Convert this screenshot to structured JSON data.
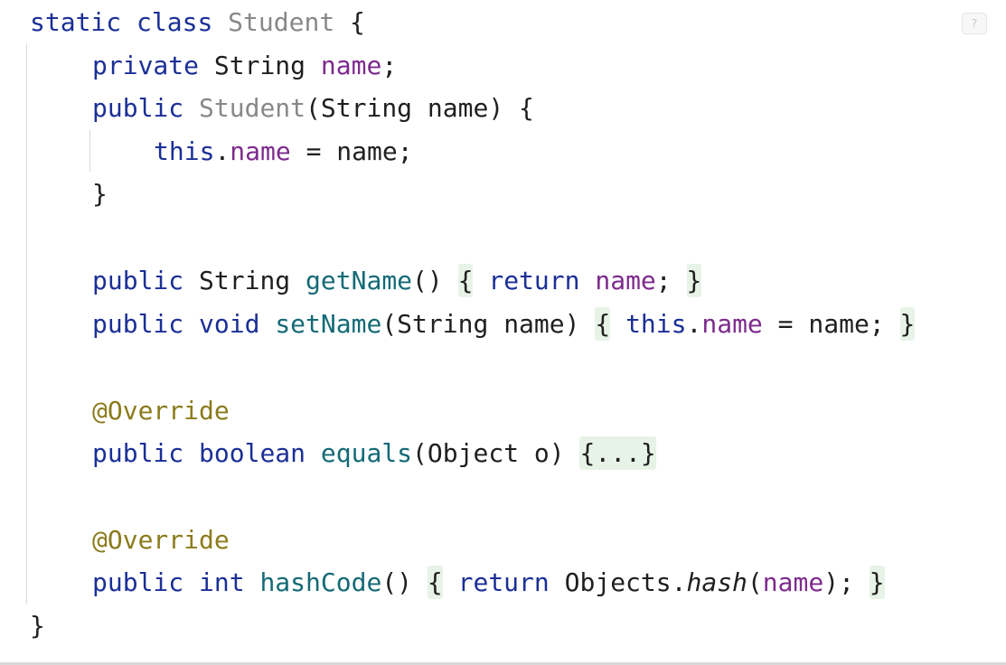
{
  "help_badge": "?",
  "code": {
    "l1": {
      "kw_static": "static",
      "kw_class": "class",
      "class_name": "Student",
      "brace": "{"
    },
    "l2": {
      "kw": "private",
      "type": "String",
      "field": "name",
      "semi": ";"
    },
    "l3": {
      "kw": "public",
      "ctor": "Student",
      "params": "(String name) {"
    },
    "l4": {
      "kw_this": "this",
      "dot": ".",
      "field": "name",
      "rest": " = name;"
    },
    "l5": {
      "close": "}"
    },
    "l6": {
      "kw": "public",
      "type": "String",
      "method": "getName",
      "paren": "()",
      "open": "{",
      "kw_return": "return",
      "field": "name",
      "semi": ";",
      "close": "}"
    },
    "l7": {
      "kw_public": "public",
      "kw_void": "void",
      "method": "setName",
      "params": "(String name)",
      "open": "{",
      "kw_this": "this",
      "dot": ".",
      "field": "name",
      "rest": " = name;",
      "close": "}"
    },
    "l8": {
      "annotation": "@Override"
    },
    "l9": {
      "kw_public": "public",
      "kw_boolean": "boolean",
      "method": "equals",
      "params": "(Object o)",
      "folded": "{...}"
    },
    "l10": {
      "annotation": "@Override"
    },
    "l11": {
      "kw_public": "public",
      "kw_int": "int",
      "method": "hashCode",
      "paren": "()",
      "open": "{",
      "kw_return": "return",
      "objects": "Objects.",
      "hash": "hash",
      "paren_open": "(",
      "field": "name",
      "paren_close": ");",
      "close": "}"
    },
    "l12": {
      "close": "}"
    }
  }
}
